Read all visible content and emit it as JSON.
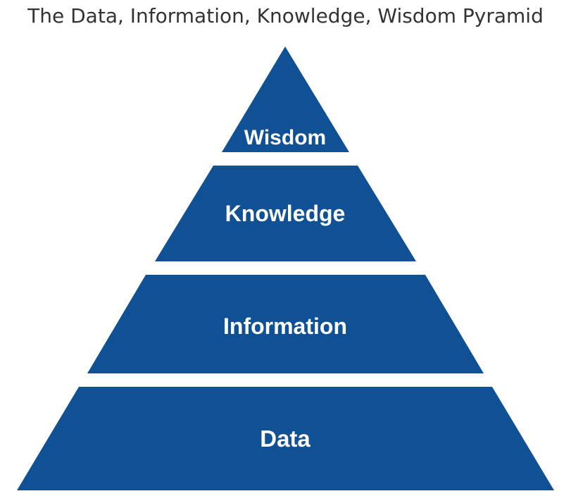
{
  "title": "The Data, Information, Knowledge, Wisdom Pyramid",
  "colors": {
    "layer_fill": "#0f5194",
    "label_text": "#ffffff",
    "title_text": "#333333",
    "background": "#ffffff"
  },
  "layers": [
    {
      "label": "Wisdom"
    },
    {
      "label": "Knowledge"
    },
    {
      "label": "Information"
    },
    {
      "label": "Data"
    }
  ]
}
